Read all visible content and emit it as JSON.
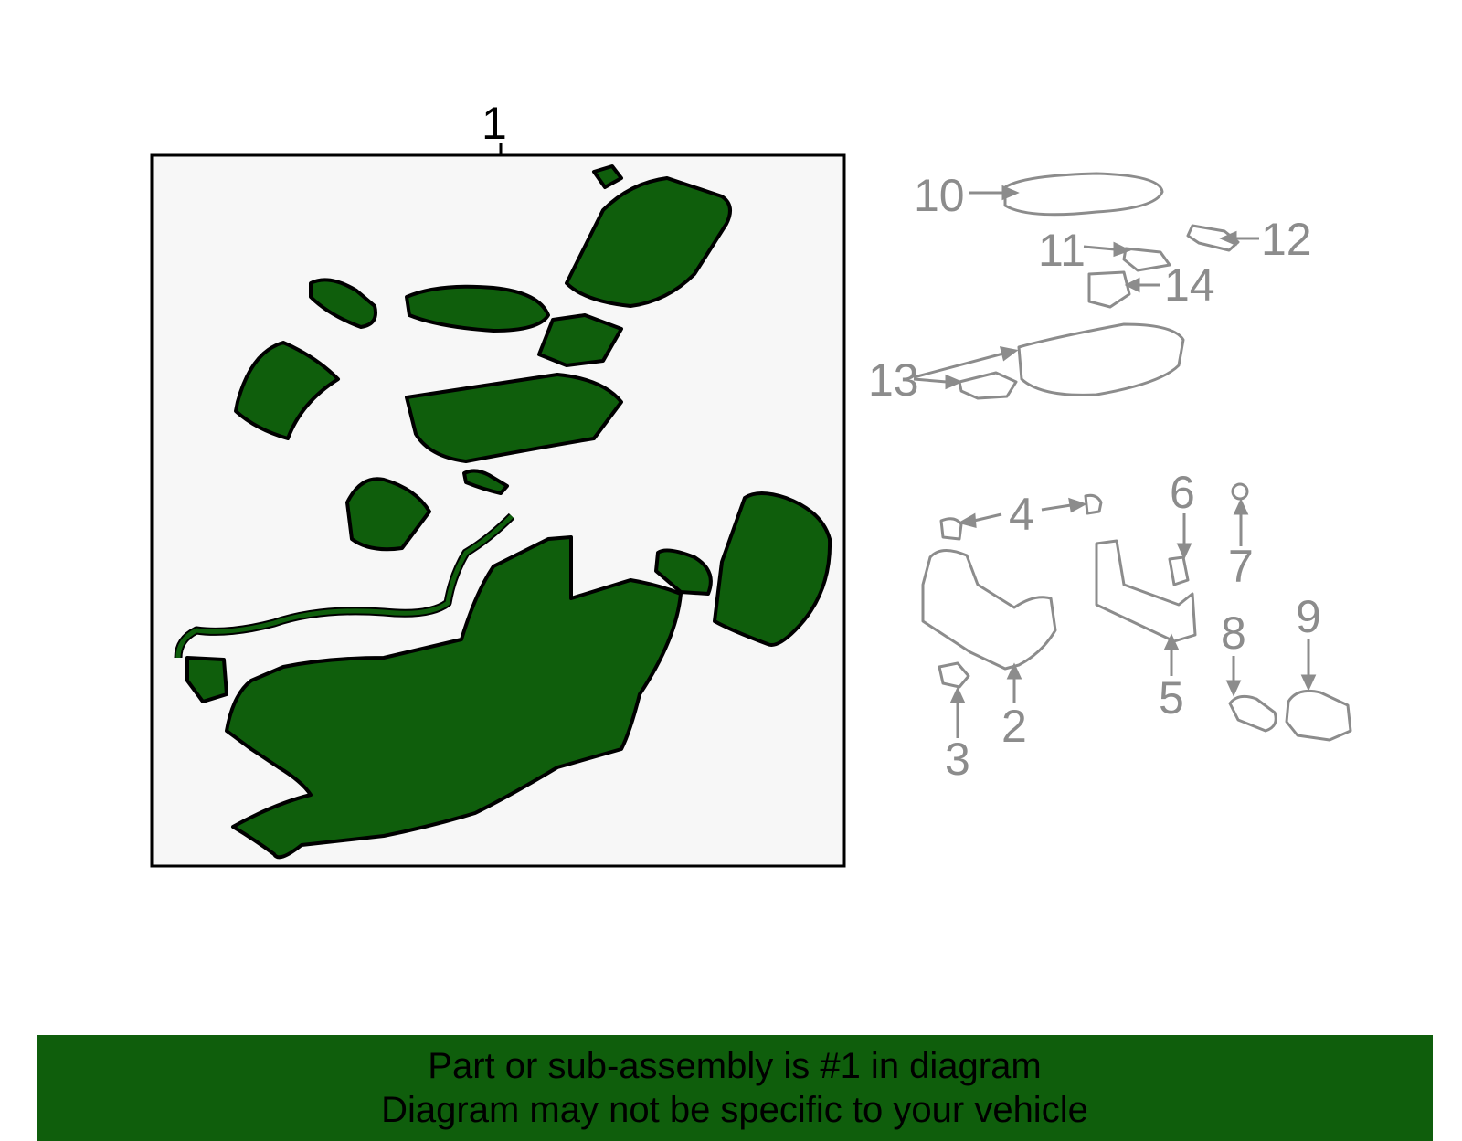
{
  "colors": {
    "highlight": "#0f5e0c",
    "outline": "#000000",
    "ghost": "#8c8c8c",
    "box_fill": "#f7f7f7"
  },
  "callouts": {
    "c1": "1",
    "c2": "2",
    "c3": "3",
    "c4": "4",
    "c5": "5",
    "c6": "6",
    "c7": "7",
    "c8": "8",
    "c9": "9",
    "c10": "10",
    "c11": "11",
    "c12": "12",
    "c13": "13",
    "c14": "14"
  },
  "banner": {
    "line1": "Part or sub-assembly is #1 in diagram",
    "line2": "Diagram may not be specific to your vehicle"
  }
}
